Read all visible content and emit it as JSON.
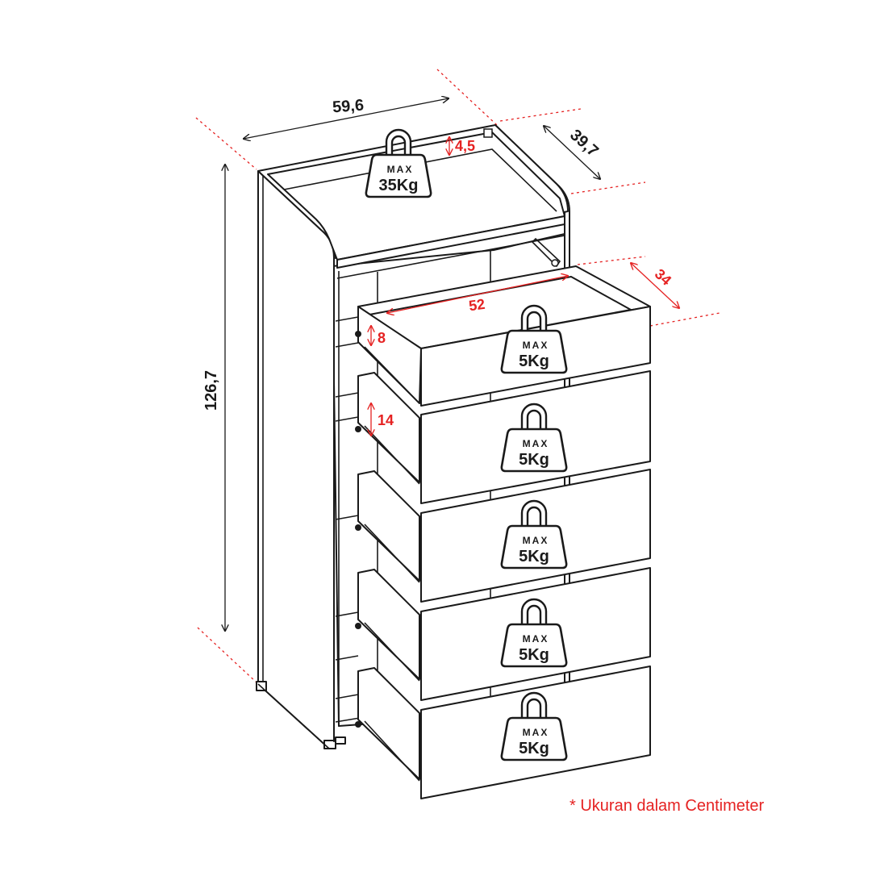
{
  "dimensions": {
    "width": "59,6",
    "depth": "39,7",
    "height": "126,7",
    "top_rim": "4,5",
    "drawer_inner_width": "52",
    "drawer_inner_depth": "34",
    "drawer_top_height": "8",
    "drawer_height": "14"
  },
  "weights": {
    "max_label": "MAX",
    "top": "35Kg",
    "drawer": "5Kg"
  },
  "note": "* Ukuran dalam Centimeter",
  "colors": {
    "accent": "#e52222",
    "line": "#1a1a1a"
  }
}
